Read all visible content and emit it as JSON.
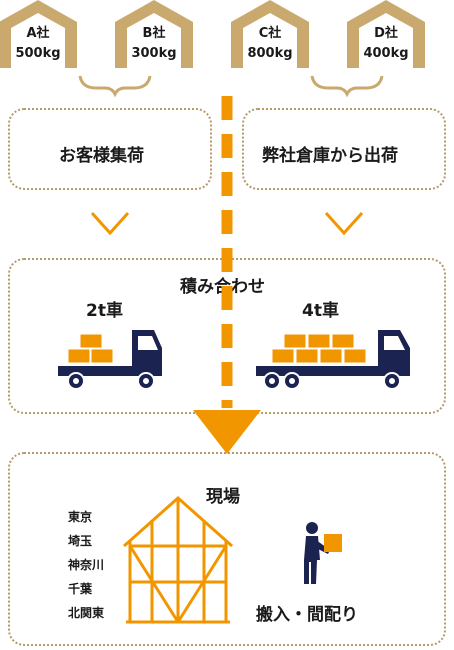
{
  "companies": [
    {
      "name": "A社",
      "weight": "500kg"
    },
    {
      "name": "B社",
      "weight": "300kg"
    },
    {
      "name": "C社",
      "weight": "800kg"
    },
    {
      "name": "D社",
      "weight": "400kg"
    }
  ],
  "pickup": {
    "label": "お客様集荷"
  },
  "warehouse": {
    "label": "弊社倉庫から出荷"
  },
  "consolidation": {
    "title": "積み合わせ",
    "truck_small": "2t車",
    "truck_large": "4t車"
  },
  "site": {
    "title": "現場",
    "regions": [
      "東京",
      "埼玉",
      "神奈川",
      "千葉",
      "北関東"
    ],
    "delivery": "搬入・間配り"
  },
  "colors": {
    "house": "#c9a96e",
    "accent": "#f29600",
    "truck": "#1b2350",
    "border": "#b89a6a"
  }
}
